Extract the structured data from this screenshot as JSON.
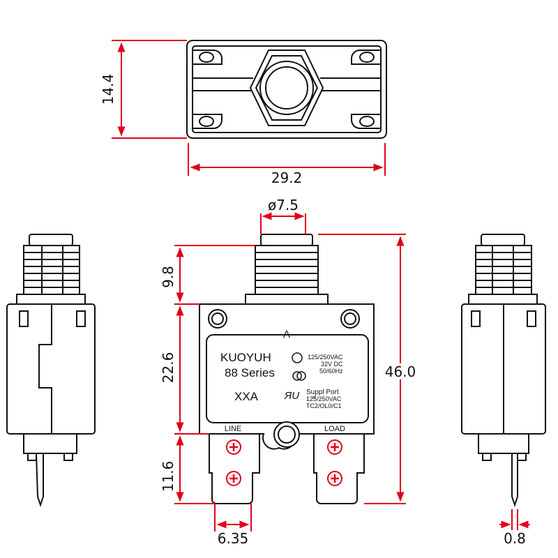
{
  "dimensions": {
    "height_top": "14.4",
    "width_top": "29.2",
    "diameter": "ø7.5",
    "button_height": "9.8",
    "body_height": "22.6",
    "terminal_height": "11.6",
    "overall_height": "46.0",
    "terminal_width": "6.35",
    "terminal_thickness": "0.8"
  },
  "label": {
    "amp_letter": "A",
    "brand": "KUOYUH",
    "series": "88 Series",
    "rating": "XXA",
    "spec_lines": [
      "125/250VAC",
      "32V DC",
      "50/60Hz"
    ],
    "supp_title": "Suppl Port",
    "supp_lines": [
      "125/250VAC",
      "TC2/OL0/C1"
    ],
    "cert_sub": "us"
  },
  "terminals": {
    "line": "LINE",
    "load": "LOAD"
  },
  "colors": {
    "dimension": "#e0001b",
    "outline": "#111111",
    "terminal_mark": "#e0001b"
  }
}
